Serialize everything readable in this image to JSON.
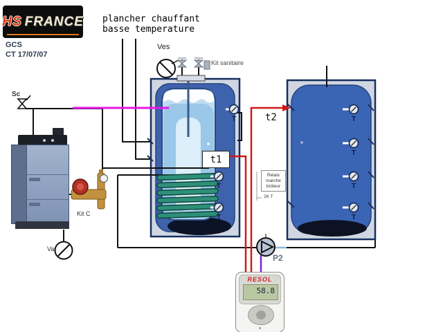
{
  "logo": {
    "text_hs": "HS",
    "text_france": "FRANCE",
    "flame_icon": "flame-icon"
  },
  "header": {
    "model": "GCS",
    "date_ref": "CT 17/07/07"
  },
  "floor_heating_note": {
    "line1": "plancher chauffant",
    "line2": "basse temperature"
  },
  "labels": {
    "expansion_vessel_top": "Ves",
    "sanitary_kit": "Kit sanitaire",
    "safety_valve": "Sc",
    "loading_kit": "Kit C",
    "expansion_vessel_bottom": "Va",
    "sensor1": "t1",
    "sensor2": "t2",
    "pump": "P2",
    "thermometer": "T"
  },
  "relay_note": {
    "line1": "Relais",
    "line2": "marche",
    "line3": "brûleur",
    "caption": "2K T"
  },
  "controller": {
    "brand": "RESOL",
    "lcd_value": "58.8"
  },
  "colors": {
    "sensor_line": "#d01818",
    "pump_control_line": "#7a1fd8",
    "floor_circuit_line": "#e816e8",
    "tank_blue": "#3a64b4",
    "coil_green": "#2e8f78",
    "logo_red": "#d93a20"
  }
}
